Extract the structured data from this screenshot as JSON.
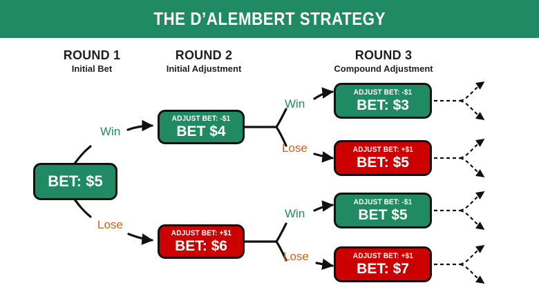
{
  "header": {
    "title": "THE D’ALEMBERT STRATEGY",
    "background": "#1f8a63",
    "text_color": "#ffffff"
  },
  "colors": {
    "green": "#1f8a63",
    "red": "#cc0000",
    "win_label": "#1f8a63",
    "lose_label": "#d2601a",
    "outline": "#111111"
  },
  "rounds": [
    {
      "title": "ROUND 1",
      "subtitle": "Initial Bet"
    },
    {
      "title": "ROUND 2",
      "subtitle": "Initial Adjustment"
    },
    {
      "title": "ROUND 3",
      "subtitle": "Compound Adjustment"
    }
  ],
  "nodes": {
    "root": {
      "adjust": "",
      "bet": "BET: $5",
      "color": "green"
    },
    "r2_win": {
      "adjust": "ADJUST BET: -$1",
      "bet": "BET $4",
      "color": "green"
    },
    "r2_lose": {
      "adjust": "ADJUST BET: +$1",
      "bet": "BET: $6",
      "color": "red"
    },
    "r3_ww": {
      "adjust": "ADJUST BET: -$1",
      "bet": "BET: $3",
      "color": "green"
    },
    "r3_wl": {
      "adjust": "ADJUST BET: +$1",
      "bet": "BET: $5",
      "color": "red"
    },
    "r3_lw": {
      "adjust": "ADJUST BET: -$1",
      "bet": "BET $5",
      "color": "green"
    },
    "r3_ll": {
      "adjust": "ADJUST BET: +$1",
      "bet": "BET: $7",
      "color": "red"
    }
  },
  "branch_labels": {
    "r1_win": "Win",
    "r1_lose": "Lose",
    "r2_top_win": "Win",
    "r2_top_lose": "Lose",
    "r2_bottom_win": "Win",
    "r2_bottom_lose": "Lose"
  }
}
